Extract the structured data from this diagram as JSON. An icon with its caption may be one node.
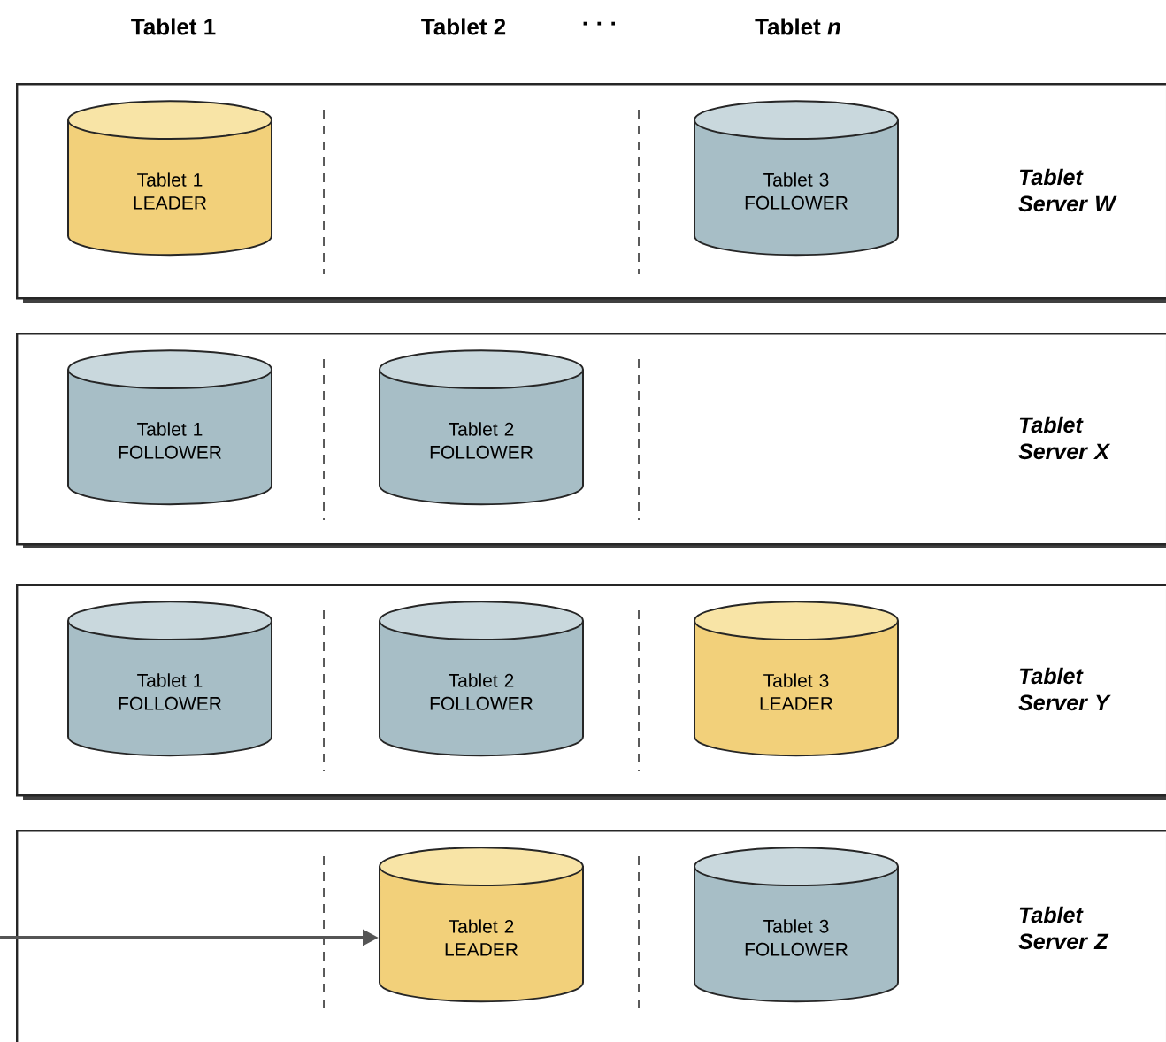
{
  "diagram": {
    "nodes": [
      {
        "text": [
          "Tablet Server W"
        ]
      },
      {
        "text": [
          "Tablet 1 LEADER"
        ],
        "in": 0
      },
      {
        "text": [
          "Tablet 3 FOLLOWER"
        ],
        "in": 0
      },
      {
        "text": [
          "Tablet Server X"
        ]
      },
      {
        "text": [
          "Tablet 1 FOLLOWER"
        ],
        "in": 3
      },
      {
        "text": [
          "Tablet 2 FOLLOWER"
        ],
        "in": 3
      },
      {
        "text": [
          "Tablet Server Y"
        ]
      },
      {
        "text": [
          "Tablet 1 FOLLOWER"
        ],
        "in": 6
      },
      {
        "text": [
          "Tablet 2 FOLLOWER"
        ],
        "in": 6
      },
      {
        "text": [
          "Tablet 3 LEADER"
        ],
        "in": 6
      },
      {
        "text": [
          "Tablet Server Z"
        ]
      },
      {
        "text": [
          "Tablet 2 LEADER"
        ],
        "in": 10
      },
      {
        "text": [
          "Tablet 3 FOLLOWER"
        ],
        "in": 10
      }
    ],
    "edges": [
      {
        "from": null,
        "to": 11,
        "arrow": "to"
      }
    ],
    "labels": [
      "Tablet 1",
      "Tablet 2",
      "· · ·",
      "Tablet *n*"
    ]
  }
}
